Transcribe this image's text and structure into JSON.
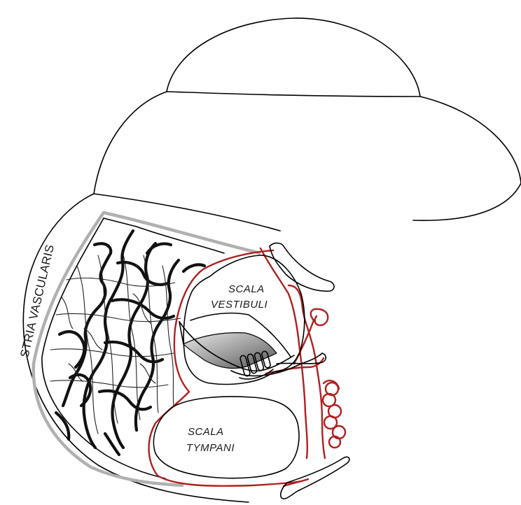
{
  "labels": {
    "stria": "STRIA VASCULARIS",
    "scala_vestibuli_line1": "SCALA",
    "scala_vestibuli_line2": "VESTIBULI",
    "scala_tympani_line1": "SCALA",
    "scala_tympani_line2": "TYMPANI"
  },
  "colors": {
    "outline": "#000000",
    "vessels": "#111111",
    "red_vessel": "#b02020",
    "stria_border": "#b0b0b0",
    "organ_shading": "#8a8a8a"
  }
}
